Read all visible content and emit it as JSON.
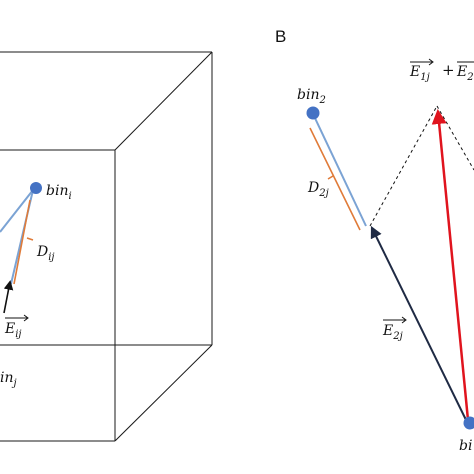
{
  "colors": {
    "line": "#1a1a1a",
    "vector_blue": "#7ba3d4",
    "distance_orange": "#e07b39",
    "bin_dot": "#4472c4",
    "sum_vector_red": "#e0141e",
    "e2j_dark": "#1f2a44"
  },
  "panel_a": {
    "bin_i_base": "bin",
    "bin_i_sub": "i",
    "d_base": "D",
    "d_sub": "ij",
    "e_base": "E",
    "e_sub": "ij",
    "bin_j_partial": "in",
    "bin_j_sub": "j"
  },
  "panel_b": {
    "letter": "B",
    "bin2_base": "bin",
    "bin2_sub": "2",
    "d_base": "D",
    "d_sub": "2j",
    "e2_base": "E",
    "e2_sub": "2j",
    "sum_first_base": "E",
    "sum_first_sub": "1j",
    "sum_plus": "+",
    "sum_second_base": "E",
    "sum_second_sub": "2",
    "binj_partial": "bi"
  }
}
